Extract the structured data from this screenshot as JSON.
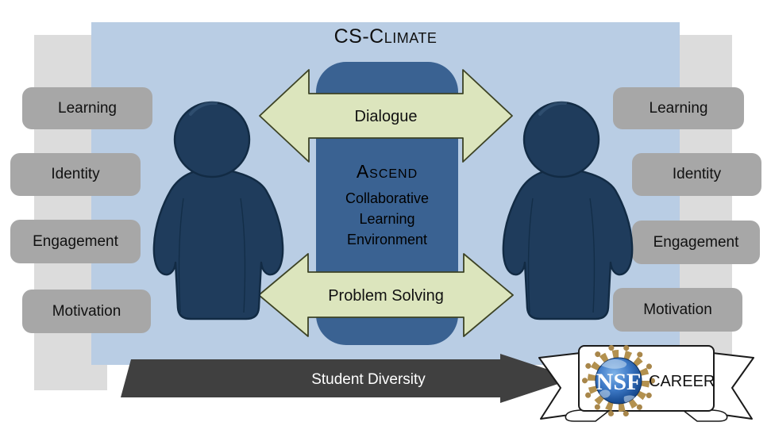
{
  "title": "CS-Climate",
  "panel": {
    "title": "Ascend",
    "lines": [
      "Collaborative",
      "Learning",
      "Environment"
    ]
  },
  "arrows": {
    "top": "Dialogue",
    "bottom": "Problem Solving"
  },
  "labels": {
    "left": [
      "Learning",
      "Identity",
      "Engagement",
      "Motivation"
    ],
    "right": [
      "Learning",
      "Identity",
      "Engagement",
      "Motivation"
    ]
  },
  "diversity_banner": "Student Diversity",
  "award": {
    "logo": "NSF",
    "label": "CAREER"
  },
  "colors": {
    "climate_fill": "#b9cde4",
    "side_band": "#dcdcdc",
    "label_box": "#a7a7a7",
    "panel_blue": "#3a6292",
    "person_navy": "#1f3c5c",
    "arrow_fill": "#dce5bd",
    "arrow_stroke": "#3d4325",
    "diversity_band": "#404040",
    "nsf_gold": "#b3914f",
    "nsf_globe": "#2f5e9e"
  }
}
